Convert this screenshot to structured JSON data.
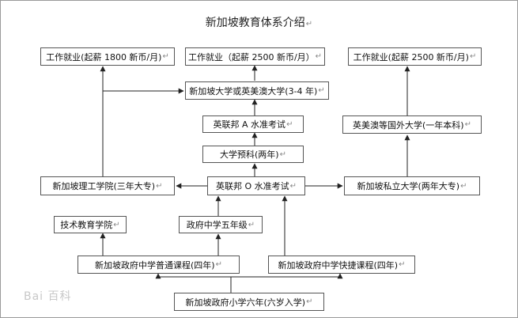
{
  "title": "新加坡教育体系介绍",
  "paragraph_mark": "↵",
  "watermark": "Bai 百科",
  "nodes": {
    "job_1800": "工作就业(起薪 1800 新币/月)",
    "job_2500_mid": "工作就业（起薪 2500 新币/月）",
    "job_2500_right": "工作就业(起薪 2500 新币/月)",
    "uni_sg_or_abroad": "新加坡大学或英美澳大学(3-4 年)",
    "a_level": "英联邦 A 水准考试",
    "foreign_uni": "英美澳等国外大学(一年本科)",
    "pre_u": "大学预科(两年)",
    "polytechnic": "新加坡理工学院(三年大专)",
    "o_level": "英联邦 O 水准考试",
    "private_uni": "新加坡私立大学(两年大专)",
    "ite": "技术教育学院",
    "gov_sec5": "政府中学五年级",
    "normal_course": "新加坡政府中学普通课程(四年)",
    "express_course": "新加坡政府中学快捷课程(四年)",
    "primary": "新加坡政府小学六年(六岁入学)"
  }
}
